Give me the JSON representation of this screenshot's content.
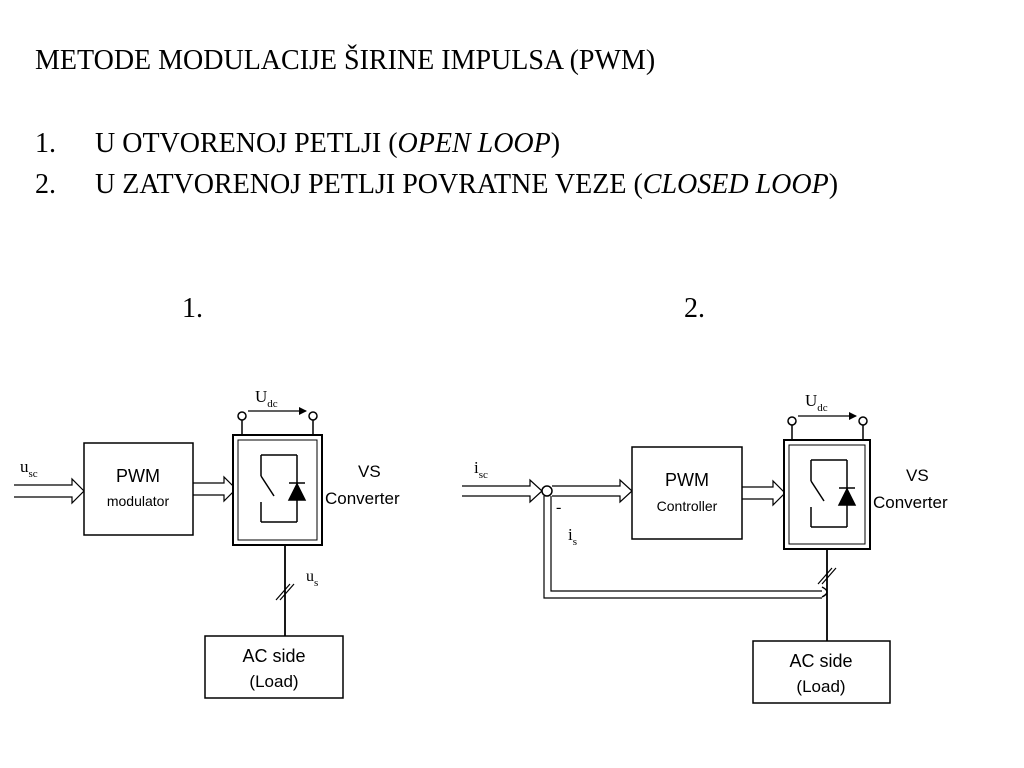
{
  "header": {
    "title": "METODE MODULACIJE ŠIRINE IMPULSA (PWM)"
  },
  "list": {
    "items": [
      {
        "number": "1.",
        "text_before": "U OTVORENOJ PETLJI (",
        "italic": "OPEN LOOP",
        "text_after": ")"
      },
      {
        "number": "2.",
        "text_before": "U ZATVORENOJ PETLJI POVRATNE VEZE (",
        "italic": "CLOSED LOOP",
        "text_after": ")"
      }
    ]
  },
  "figure_labels": [
    "1.",
    "2."
  ],
  "diagram_open": {
    "input_main": "u",
    "input_sub": "sc",
    "block_title": "PWM",
    "block_subtitle": "modulator",
    "dc_main": "U",
    "dc_sub": "dc",
    "converter_line1": "VS",
    "converter_line2": "Converter",
    "output_main": "u",
    "output_sub": "s",
    "load_line1": "AC side",
    "load_line2": "(Load)"
  },
  "diagram_closed": {
    "input_main": "i",
    "input_sub": "sc",
    "minus_sign": "-",
    "feedback_main": "i",
    "feedback_sub": "s",
    "block_title": "PWM",
    "block_subtitle": "Controller",
    "dc_main": "U",
    "dc_sub": "dc",
    "converter_line1": "VS",
    "converter_line2": "Converter",
    "load_line1": "AC side",
    "load_line2": "(Load)"
  }
}
